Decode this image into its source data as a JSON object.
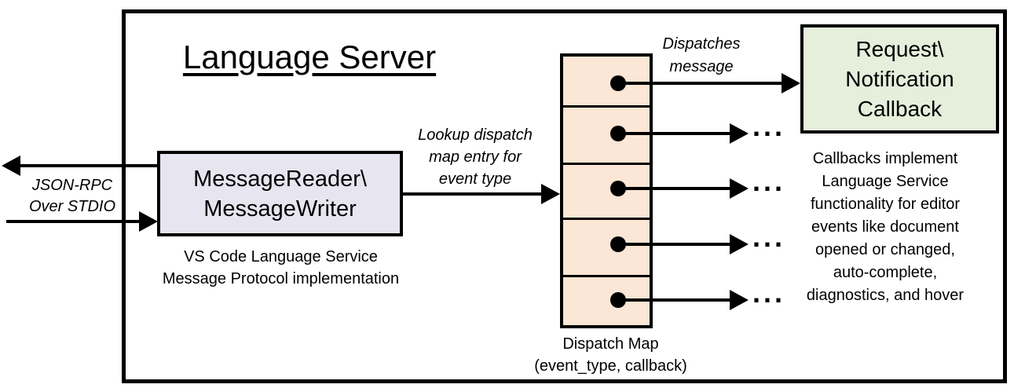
{
  "title": "Language Server",
  "io_label": "JSON-RPC\nOver STDIO",
  "message_box": {
    "label": "MessageReader\\\nMessageWriter",
    "caption": "VS Code Language Service\nMessage Protocol implementation"
  },
  "lookup_label": "Lookup dispatch\nmap entry for\nevent type",
  "dispatches_label": "Dispatches\nmessage",
  "dispatch_map": {
    "caption": "Dispatch Map\n(event_type, callback)",
    "cell_count": 5,
    "ellipsis": "..."
  },
  "callback_box": {
    "label": "Request\\\nNotification\nCallback",
    "caption": "Callbacks implement\nLanguage Service\nfunctionality for editor\nevents like document\nopened or changed,\nauto-complete,\ndiagnostics, and hover"
  },
  "colors": {
    "line": "#000000",
    "peach": "#fce6d5",
    "lavender": "#e7e5f0",
    "green": "#e5efdc",
    "background": "#ffffff"
  }
}
